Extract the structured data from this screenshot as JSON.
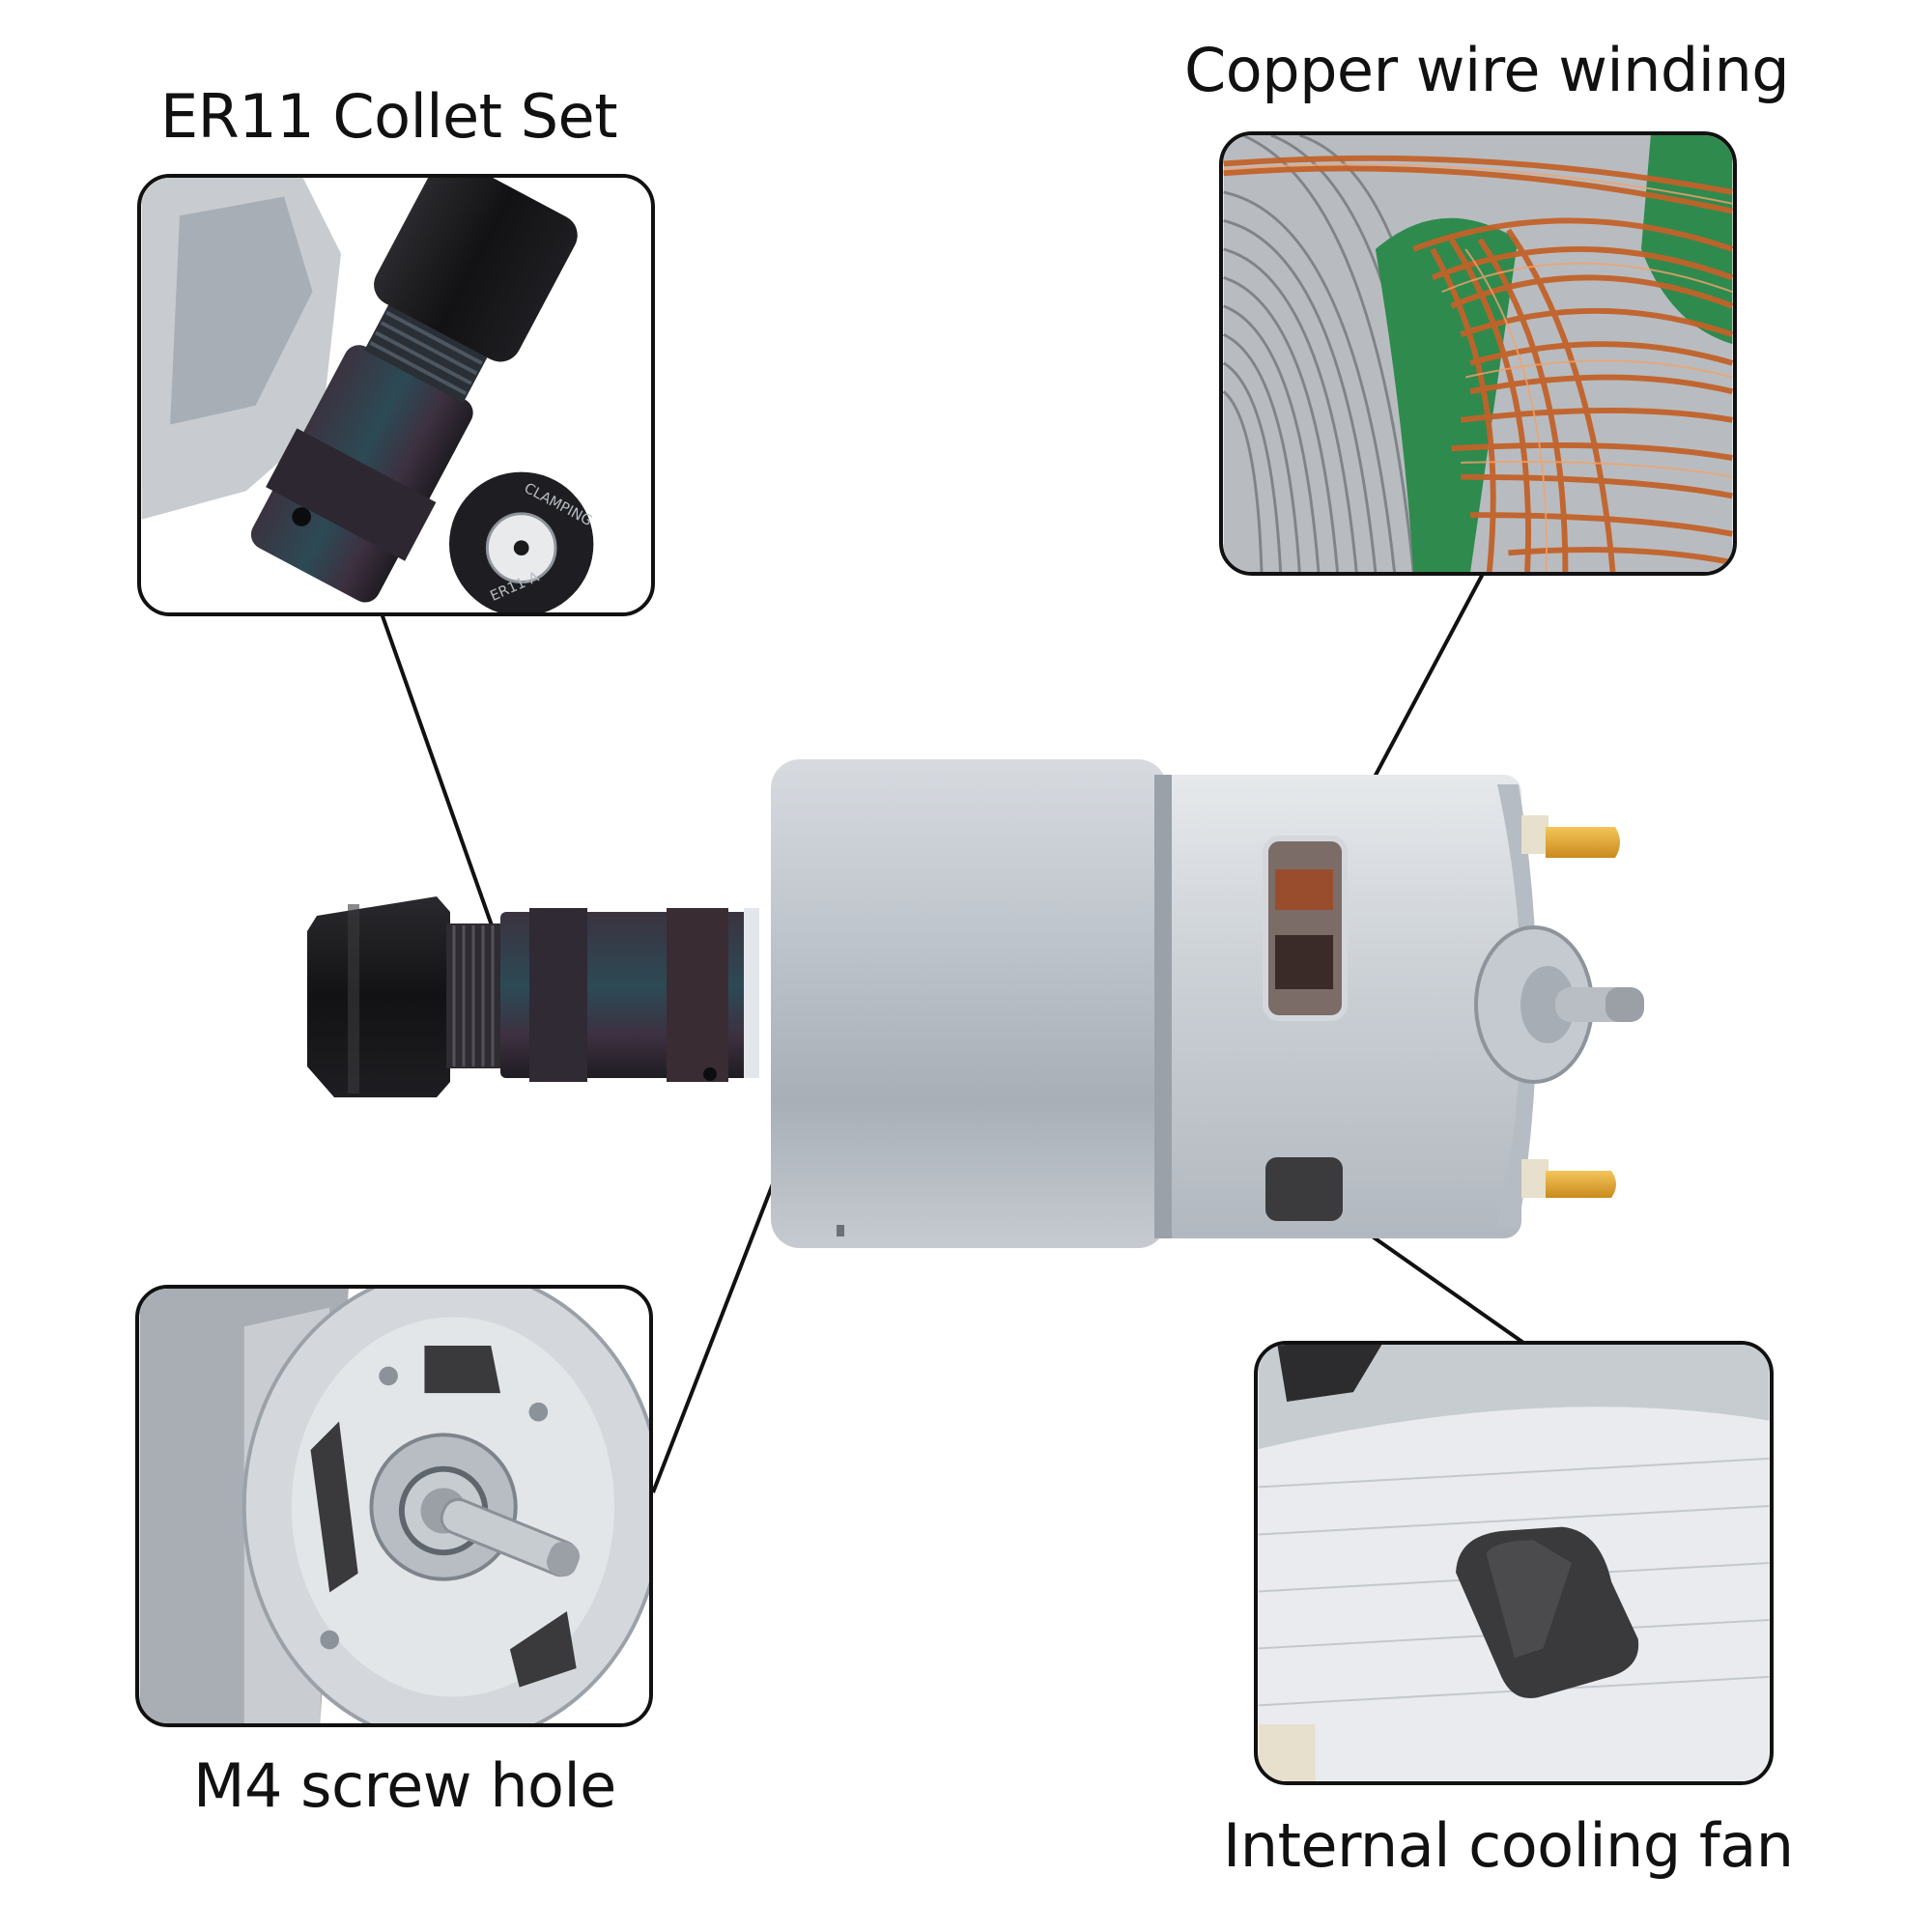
{
  "callouts": {
    "collet": {
      "label": "ER11 Collet Set",
      "nut_text_top": "CLAMPING",
      "nut_text_bottom": "ER11-A"
    },
    "winding": {
      "label": "Copper wire winding"
    },
    "screw": {
      "label": "M4 screw hole"
    },
    "fan": {
      "label": "Internal cooling fan"
    }
  },
  "colors": {
    "outline": "#111111",
    "copper": "#c2622a",
    "silver": "#c9ced3",
    "insulation": "#2f8a4e",
    "collet_black": "#1c1c1f"
  }
}
